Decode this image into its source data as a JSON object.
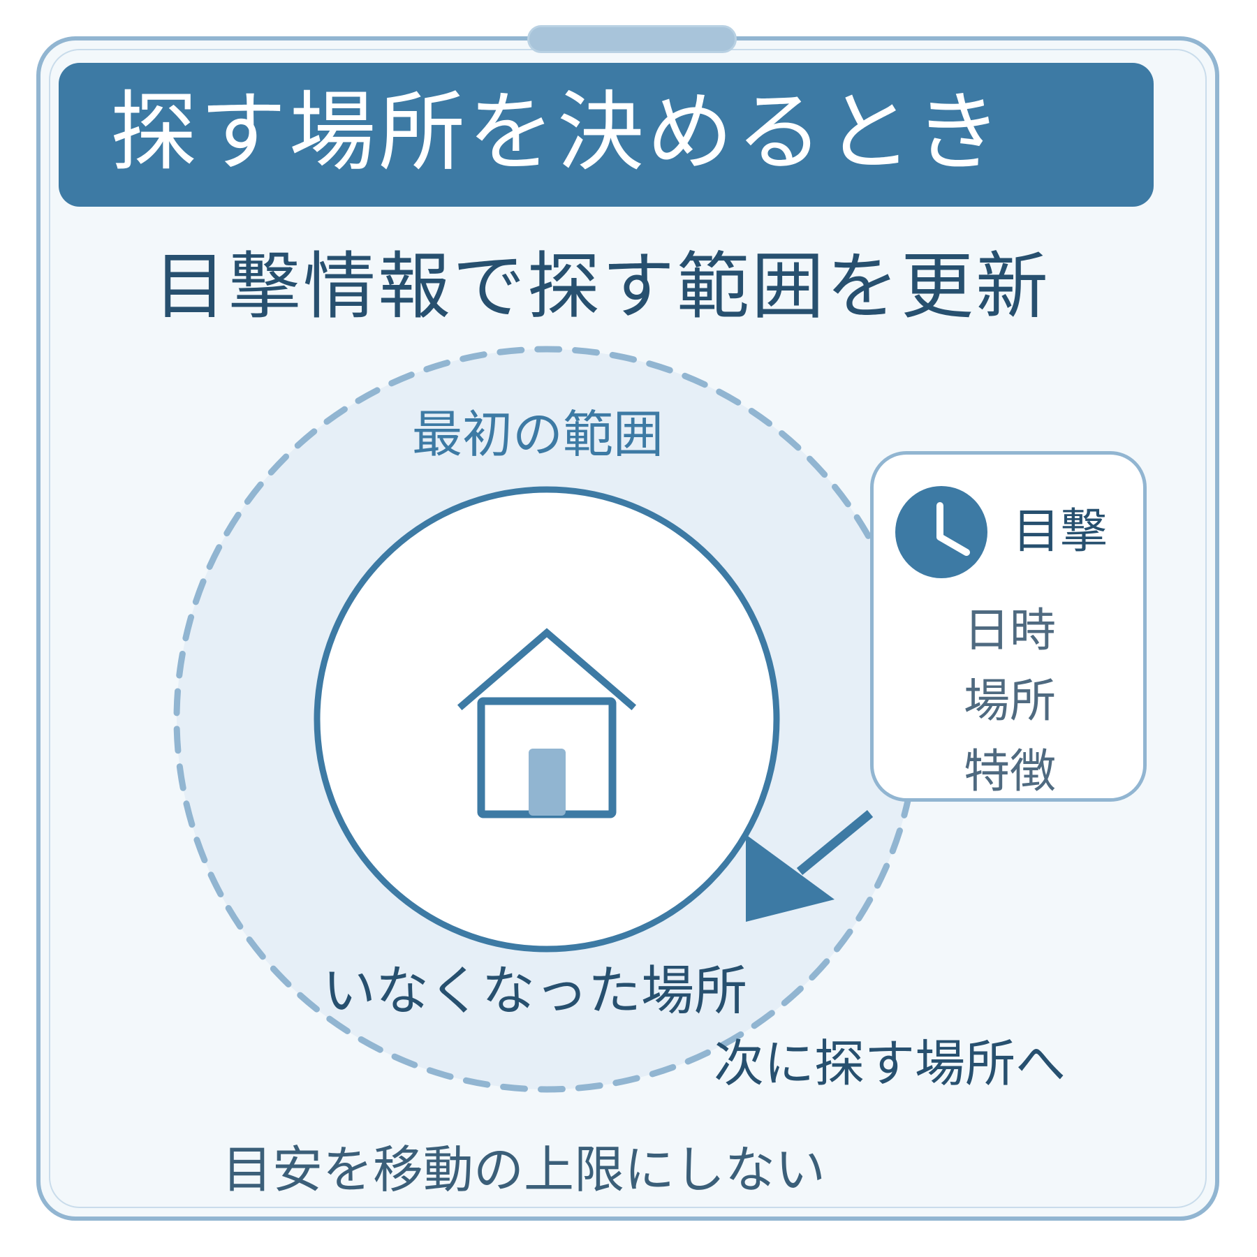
{
  "header": {
    "title": "探す場所を決めるとき"
  },
  "subtitle": "目撃情報で探す範囲を更新",
  "diagram": {
    "initial_range_label": "最初の範囲",
    "missing_place_label": "いなくなった場所",
    "next_place_label": "次に探す場所へ"
  },
  "sighting_card": {
    "title": "目撃",
    "items": [
      "日時",
      "場所",
      "特徴"
    ]
  },
  "footer_note": "目安を移動の上限にしない",
  "colors": {
    "primary": "#3d7aa4",
    "light_accent": "#91b5d1",
    "range_fill": "#e6eff7",
    "card_background": "#f3f8fb",
    "dark_text": "#27506f"
  },
  "icons": {
    "home": "house-icon",
    "clock": "clock-icon",
    "arrow": "arrow-icon"
  }
}
